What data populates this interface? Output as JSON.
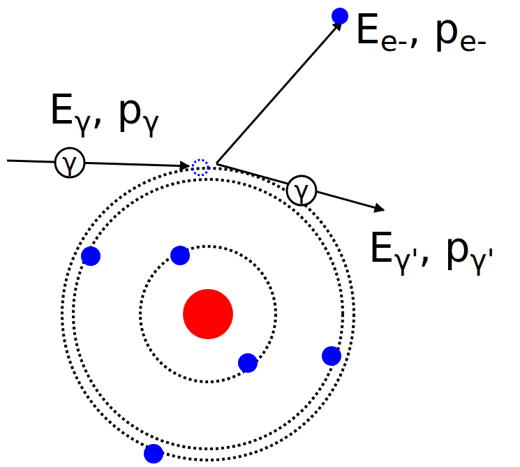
{
  "diagram": {
    "nodes": [
      {
        "text": [
          "γ"
        ]
      },
      {
        "text": [
          "γ"
        ]
      }
    ],
    "labels": [
      "Eγ, pγ",
      "Ee-, pe-",
      "Eγ', pγ'"
    ]
  }
}
